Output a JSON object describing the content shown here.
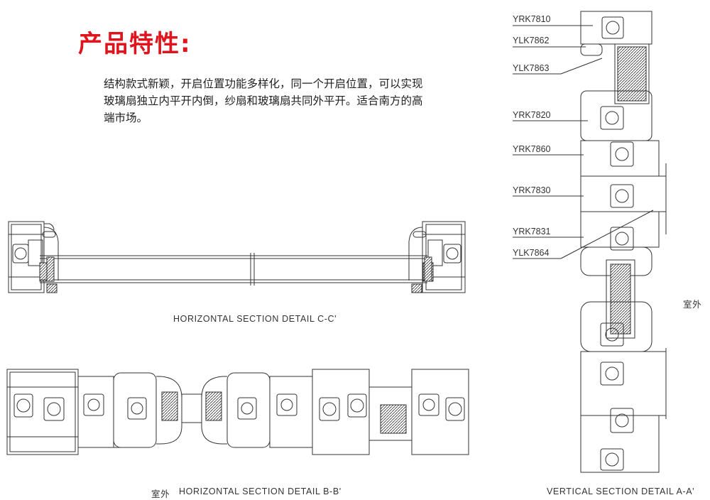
{
  "title": "产品特性:",
  "description": "结构款式新颖，开启位置功能多样化，同一个开启位置，可以实现玻璃扇独立内平开内倒，纱扇和玻璃扇共同外平开。适合南方的高端市场。",
  "sections": {
    "horizontal_cc": "HORIZONTAL SECTION DETAIL C-C'",
    "horizontal_bb_side": "室外",
    "horizontal_bb": "HORIZONTAL SECTION DETAIL B-B'",
    "vertical_aa": "VERTICAL SECTION DETAIL A-A'",
    "vertical_side": "室外"
  },
  "parts": [
    "YRK7810",
    "YLK7862",
    "YLK7863",
    "YRK7820",
    "YRK7860",
    "YRK7830",
    "YRK7831",
    "YLK7864"
  ]
}
